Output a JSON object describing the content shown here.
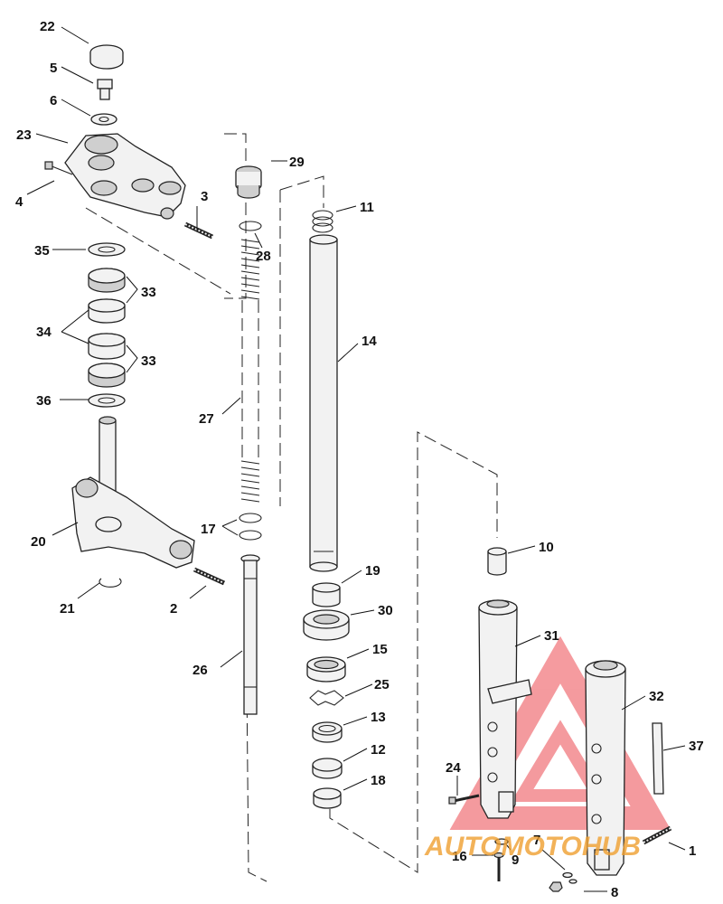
{
  "diagram": {
    "callouts": [
      {
        "id": "c22",
        "label": "22"
      },
      {
        "id": "c5",
        "label": "5"
      },
      {
        "id": "c6",
        "label": "6"
      },
      {
        "id": "c23",
        "label": "23"
      },
      {
        "id": "c4",
        "label": "4"
      },
      {
        "id": "c3",
        "label": "3"
      },
      {
        "id": "c35",
        "label": "35"
      },
      {
        "id": "c33a",
        "label": "33"
      },
      {
        "id": "c34",
        "label": "34"
      },
      {
        "id": "c33b",
        "label": "33"
      },
      {
        "id": "c36",
        "label": "36"
      },
      {
        "id": "c20",
        "label": "20"
      },
      {
        "id": "c21",
        "label": "21"
      },
      {
        "id": "c2",
        "label": "2"
      },
      {
        "id": "c29",
        "label": "29"
      },
      {
        "id": "c28",
        "label": "28"
      },
      {
        "id": "c27",
        "label": "27"
      },
      {
        "id": "c17",
        "label": "17"
      },
      {
        "id": "c26",
        "label": "26"
      },
      {
        "id": "c11",
        "label": "11"
      },
      {
        "id": "c14",
        "label": "14"
      },
      {
        "id": "c19",
        "label": "19"
      },
      {
        "id": "c30",
        "label": "30"
      },
      {
        "id": "c15",
        "label": "15"
      },
      {
        "id": "c25",
        "label": "25"
      },
      {
        "id": "c13",
        "label": "13"
      },
      {
        "id": "c12",
        "label": "12"
      },
      {
        "id": "c18",
        "label": "18"
      },
      {
        "id": "c10",
        "label": "10"
      },
      {
        "id": "c31",
        "label": "31"
      },
      {
        "id": "c32",
        "label": "32"
      },
      {
        "id": "c37",
        "label": "37"
      },
      {
        "id": "c24",
        "label": "24"
      },
      {
        "id": "c7",
        "label": "7"
      },
      {
        "id": "c16",
        "label": "16"
      },
      {
        "id": "c9",
        "label": "9"
      },
      {
        "id": "c8",
        "label": "8"
      },
      {
        "id": "c1",
        "label": "1"
      }
    ]
  },
  "watermark": {
    "text": "AUTOMOTOHUB",
    "color_primary": "#e8212b",
    "color_secondary": "#f0a030"
  }
}
